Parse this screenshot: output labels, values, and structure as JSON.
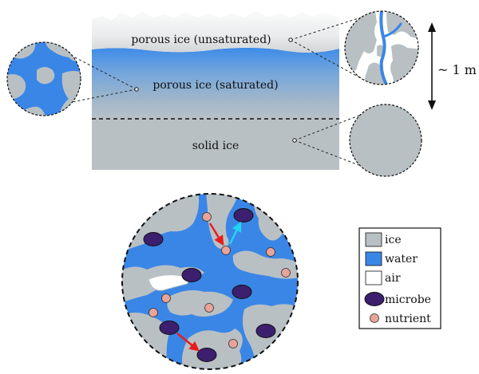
{
  "layers": {
    "unsaturated_label": "porous ice (unsaturated)",
    "saturated_label": "porous ice (saturated)",
    "solid_label": "solid ice"
  },
  "scale_label": "~ 1 m",
  "legend": {
    "items": [
      {
        "label": "ice"
      },
      {
        "label": "water"
      },
      {
        "label": "air"
      },
      {
        "label": "microbe"
      },
      {
        "label": "nutrient"
      }
    ]
  },
  "colors": {
    "ice": "#b6c0c4",
    "water": "#3a86e6",
    "air": "#ffffff",
    "microbe": "#3c1f6e",
    "nutrient": "#e8a49a",
    "arrow_red": "#e81c1c",
    "arrow_cyan": "#22d4f2"
  }
}
